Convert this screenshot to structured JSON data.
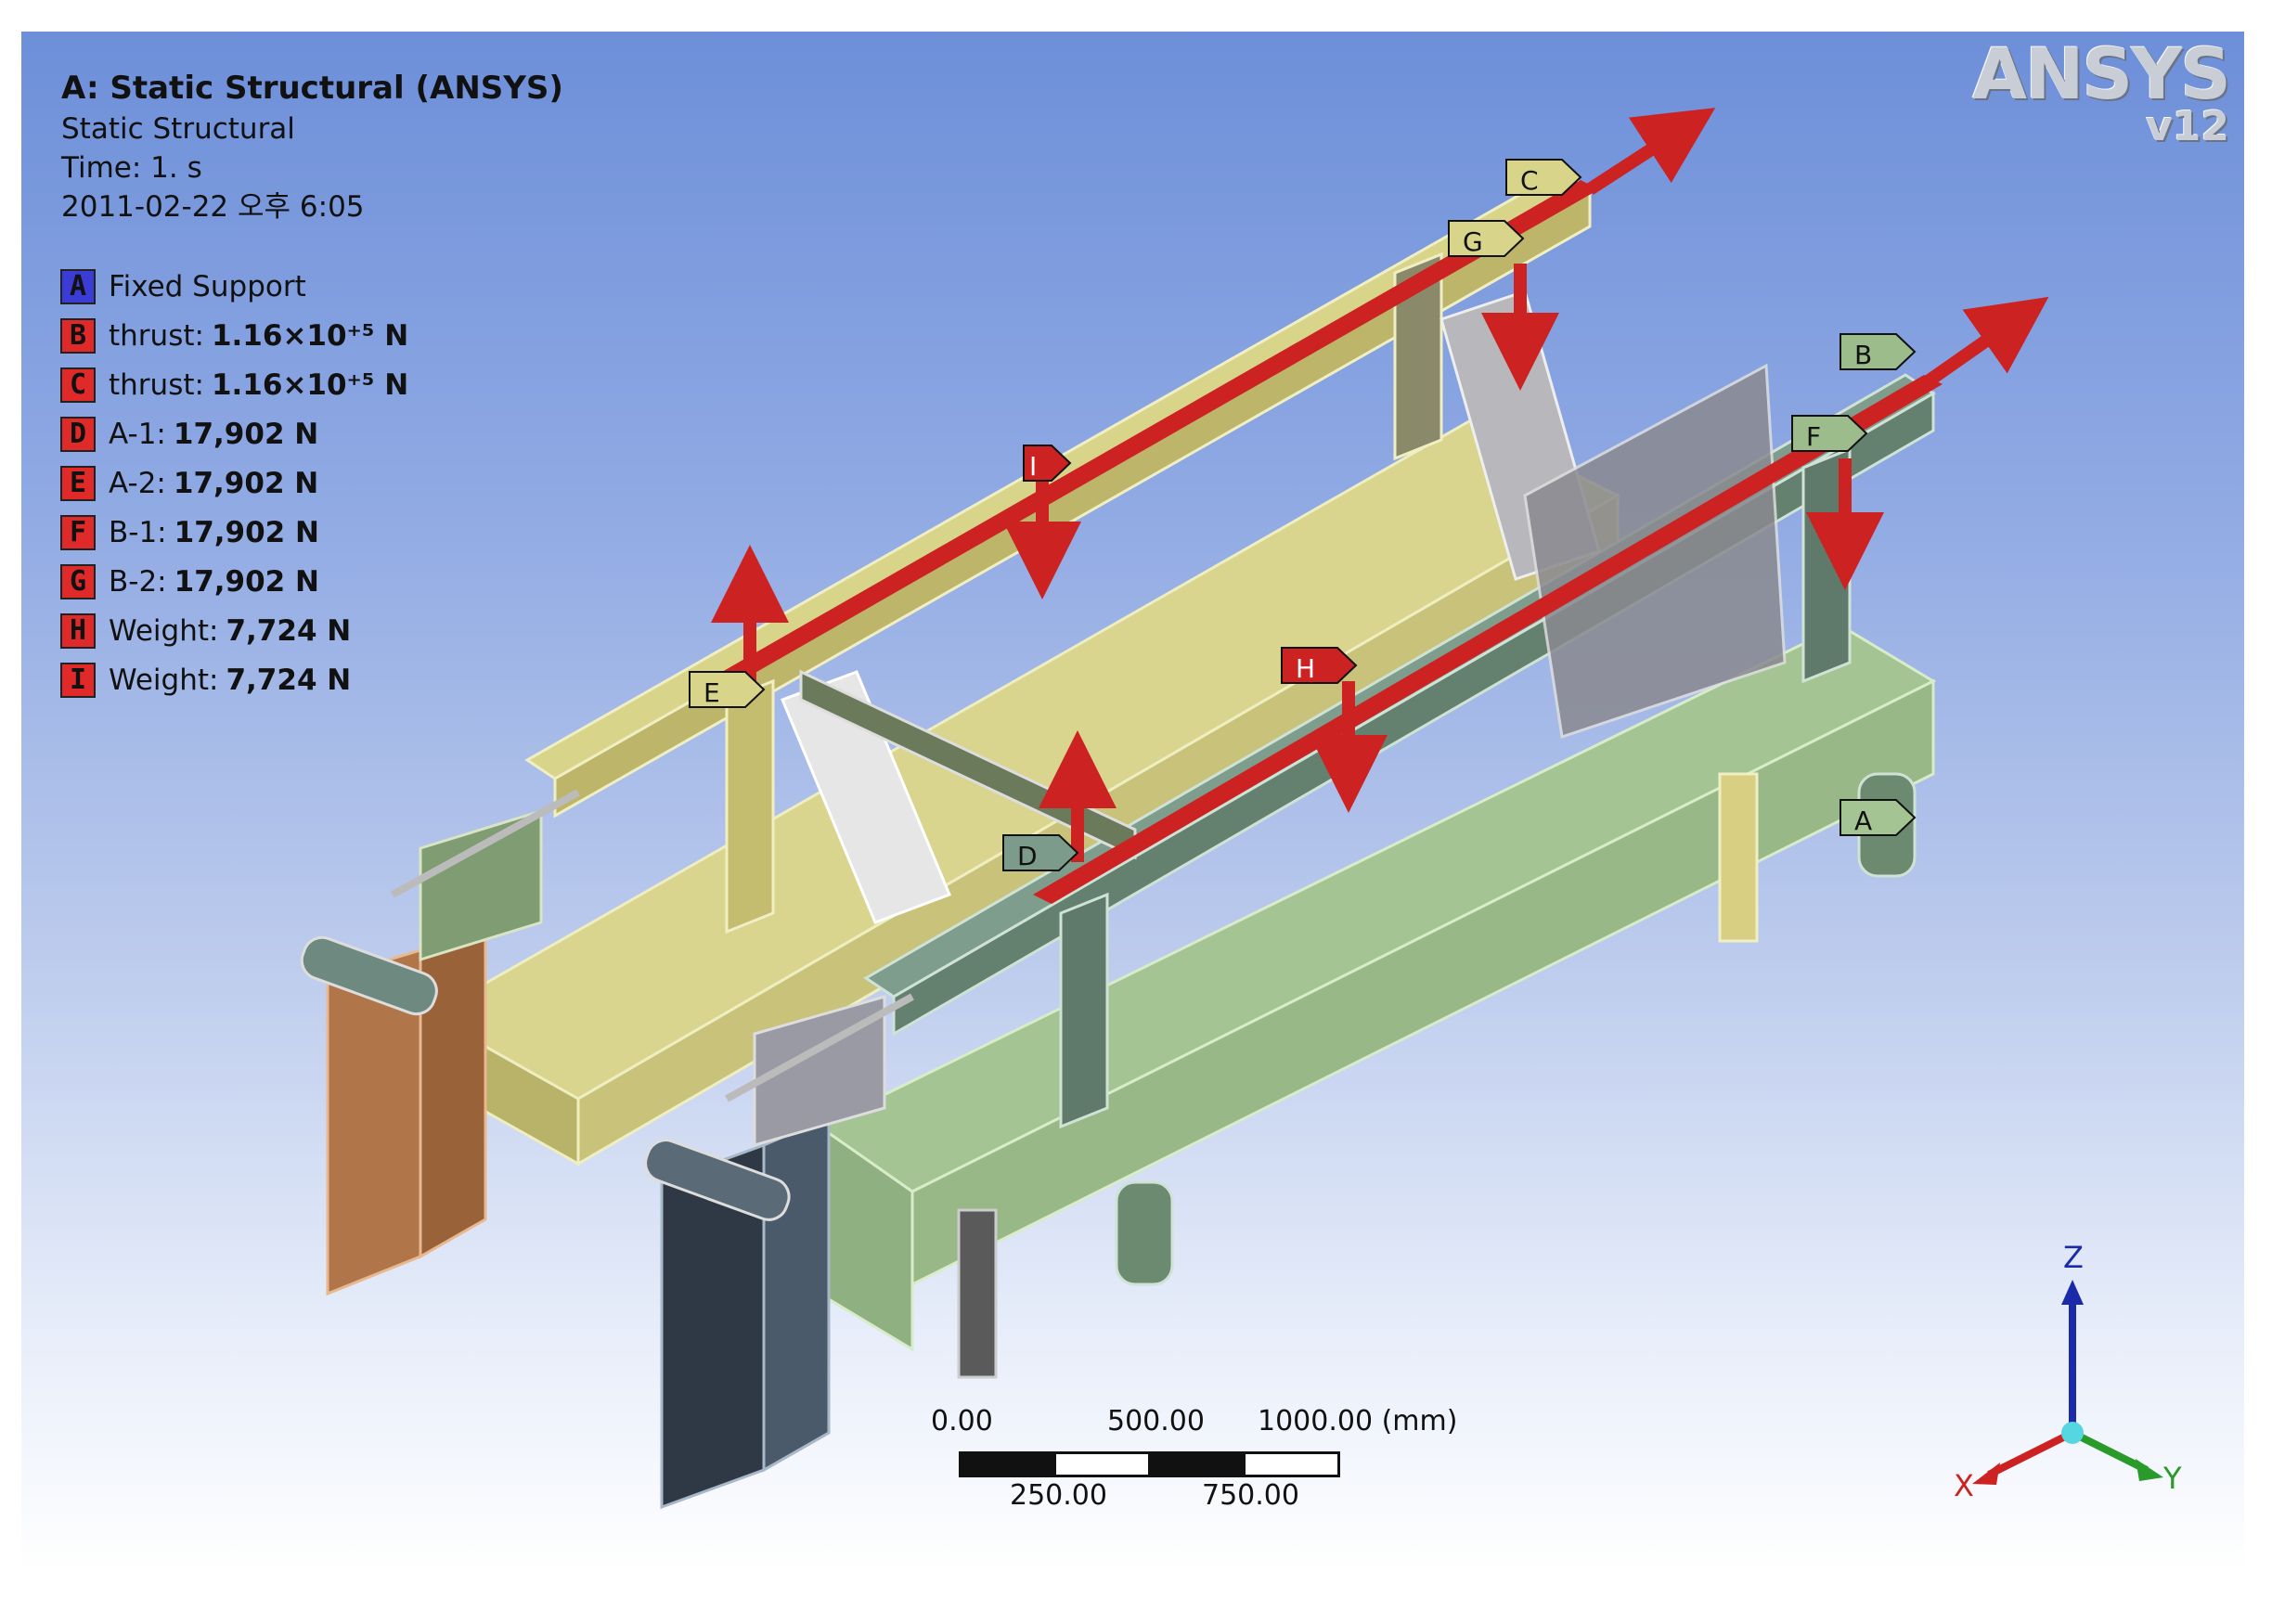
{
  "header": {
    "title": "A: Static Structural (ANSYS)",
    "analysis": "Static Structural",
    "time": "Time: 1. s",
    "date": "2011-02-22 오후 6:05"
  },
  "legend": [
    {
      "letter": "A",
      "label": "Fixed Support",
      "value": "",
      "color": "#3b3bd6"
    },
    {
      "letter": "B",
      "label": "thrust:",
      "value": "1.16×10⁺⁵ N",
      "color": "#e02a2a"
    },
    {
      "letter": "C",
      "label": "thrust:",
      "value": "1.16×10⁺⁵ N",
      "color": "#e02a2a"
    },
    {
      "letter": "D",
      "label": "A-1:",
      "value": "17,902 N",
      "color": "#e02a2a"
    },
    {
      "letter": "E",
      "label": "A-2:",
      "value": "17,902 N",
      "color": "#e02a2a"
    },
    {
      "letter": "F",
      "label": "B-1:",
      "value": "17,902 N",
      "color": "#e02a2a"
    },
    {
      "letter": "G",
      "label": "B-2:",
      "value": "17,902 N",
      "color": "#e02a2a"
    },
    {
      "letter": "H",
      "label": "Weight:",
      "value": "7,724 N",
      "color": "#e02a2a"
    },
    {
      "letter": "I",
      "label": "Weight:",
      "value": "7,724 N",
      "color": "#e02a2a"
    }
  ],
  "logo": {
    "name": "ANSYS",
    "version": "v12"
  },
  "scale_bar": {
    "top_labels": [
      "0.00",
      "500.00",
      "1000.00 (mm)"
    ],
    "bottom_labels": [
      "250.00",
      "750.00"
    ]
  },
  "triad": {
    "x": "X",
    "y": "Y",
    "z": "Z"
  },
  "model_tags": [
    "A",
    "B",
    "C",
    "D",
    "E",
    "F",
    "G",
    "H",
    "I"
  ],
  "colors": {
    "load_red": "#cc2222",
    "frame_yellow": "#d8d48a",
    "frame_green": "#9cbc8c",
    "rail_green": "#7d9b8a",
    "support_orange": "#b5784e",
    "support_slate": "#4f6172"
  }
}
